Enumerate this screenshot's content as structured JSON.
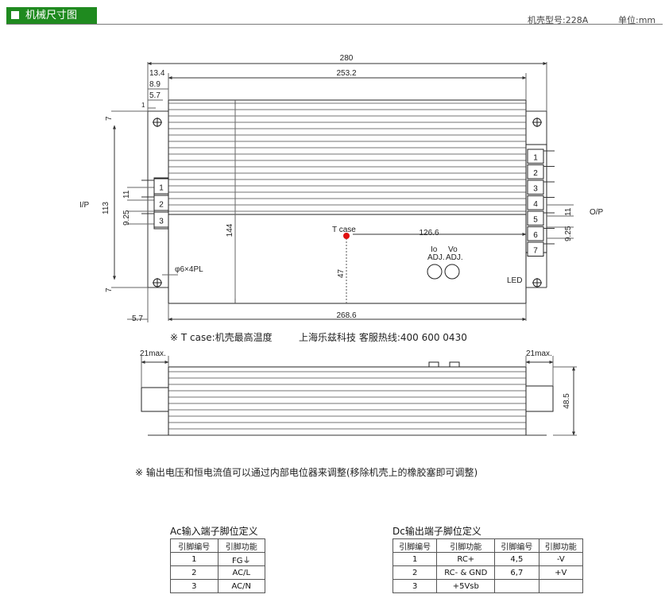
{
  "header": {
    "title": "机械尺寸图",
    "model": "机壳型号:228A",
    "unit": "单位:mm"
  },
  "drawing": {
    "dims": {
      "total_length": "280",
      "inner_length": "253.2",
      "d_13_4": "13.4",
      "d_8_9": "8.9",
      "d_5_7_top": "5.7",
      "d_1": "1",
      "d_7_top": "7",
      "d_113": "113",
      "d_144": "144",
      "d_11_left": "11",
      "d_9_25_left": "9.25",
      "d_7_bottom": "7",
      "d_5_7_bottom": "5.7",
      "d_268_6": "268.6",
      "d_47": "47",
      "d_126_6": "126.6",
      "d_11_right": "11",
      "d_9_25_right": "9.25",
      "d_21max_left": "21max.",
      "d_21max_right": "21max.",
      "d_48_5": "48.5"
    },
    "labels": {
      "ip": "I/P",
      "op": "O/P",
      "tcase": "T case",
      "hole": "φ6×4PL",
      "io_adj_1": "Io",
      "io_adj_2": "ADJ.",
      "vo_adj_1": "Vo",
      "vo_adj_2": "ADJ.",
      "led": "LED"
    },
    "input_pins": [
      "1",
      "2",
      "3"
    ],
    "output_pins": [
      "1",
      "2",
      "3",
      "4",
      "5",
      "6",
      "7"
    ]
  },
  "notes": {
    "tcase": "※ T case:机壳最高温度",
    "hotline": "上海乐兹科技 客服热线:400 600 0430",
    "adjust": "※ 输出电压和恒电流值可以通过内部电位器来调整(移除机壳上的橡胶塞即可调整)"
  },
  "ac_table": {
    "title": "Ac输入端子脚位定义",
    "headers": [
      "引脚编号",
      "引脚功能"
    ],
    "rows": [
      [
        "1",
        "FG⏚"
      ],
      [
        "2",
        "AC/L"
      ],
      [
        "3",
        "AC/N"
      ]
    ]
  },
  "dc_table": {
    "title": "Dc输出端子脚位定义",
    "headers": [
      "引脚编号",
      "引脚功能",
      "引脚编号",
      "引脚功能"
    ],
    "rows": [
      [
        "1",
        "RC+",
        "4,5",
        "-V"
      ],
      [
        "2",
        "RC- & GND",
        "6,7",
        "+V"
      ],
      [
        "3",
        "+5Vsb",
        "",
        ""
      ]
    ]
  },
  "colors": {
    "header_bg": "#1f8a1f",
    "tcase_dot": "#e01010"
  }
}
